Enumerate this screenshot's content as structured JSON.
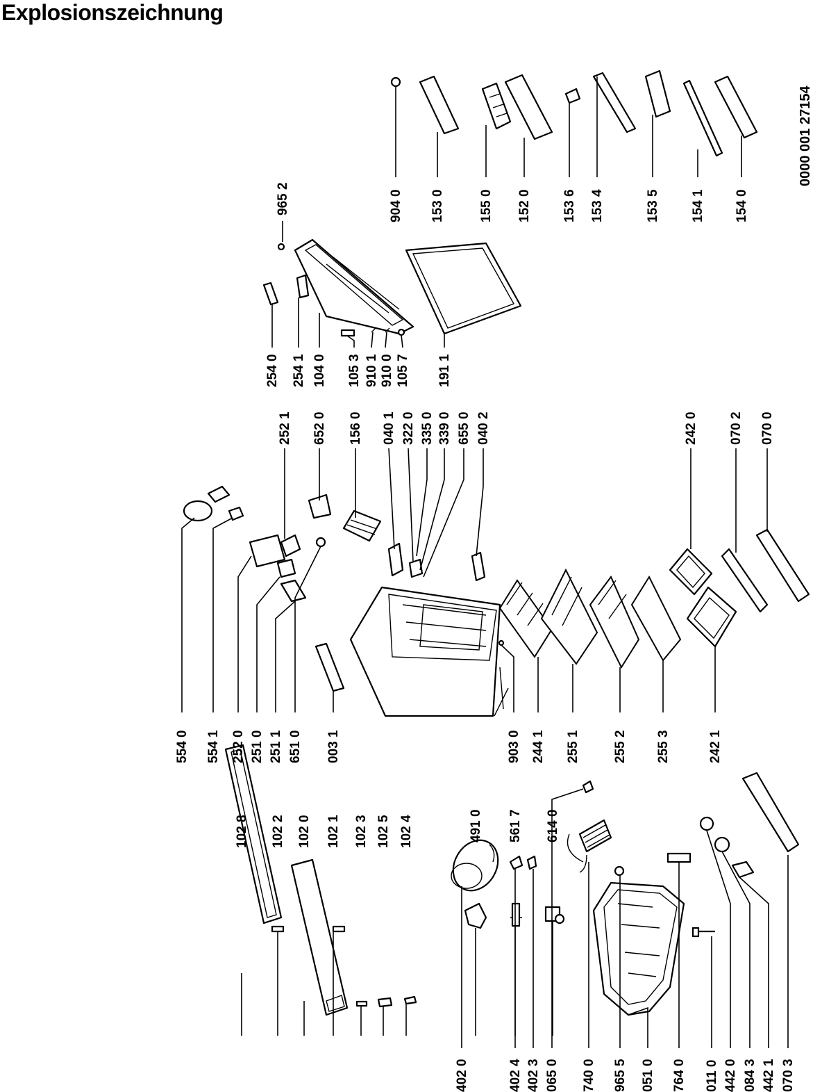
{
  "title": "Explosionszeichnung",
  "document_number": "0000 001 27154",
  "part_numbers": [
    "102 8",
    "102 2",
    "102 0",
    "102 1",
    "102 3",
    "102 5",
    "102 4",
    "491 0",
    "561 7",
    "614 0",
    "402 0",
    "402 4",
    "402 3",
    "065 0",
    "740 0",
    "965 5",
    "051 0",
    "764 0",
    "011 0",
    "442 0",
    "084 3",
    "442 1",
    "070 3",
    "554 0",
    "554 1",
    "252 0",
    "251 0",
    "251 1",
    "651 0",
    "003 1",
    "903 0",
    "244 1",
    "255 1",
    "255 2",
    "255 3",
    "242 1",
    "252 1",
    "652 0",
    "156 0",
    "040 1",
    "322 0",
    "335 0",
    "339 0",
    "655 0",
    "040 2",
    "242 0",
    "070 2",
    "070 0",
    "254 0",
    "254 1",
    "104 0",
    "105 3",
    "910 1",
    "910 0",
    "105 7",
    "191 1",
    "965 2",
    "904 0",
    "153 0",
    "155 0",
    "152 0",
    "153 6",
    "153 4",
    "153 5",
    "154 1",
    "154 0"
  ]
}
